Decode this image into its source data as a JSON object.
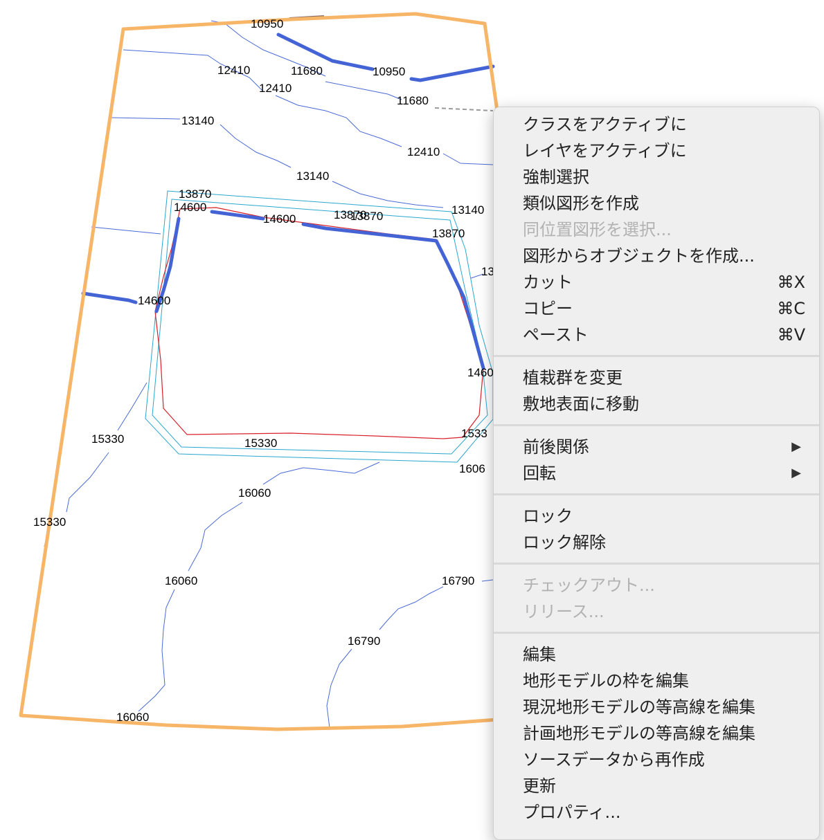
{
  "contour_labels": {
    "l10950_a": "10950",
    "l10950_b": "10950",
    "l12410_a": "12410",
    "l12410_b": "12410",
    "l12410_c": "12410",
    "l11680_a": "11680",
    "l11680_b": "11680",
    "l13140_a": "13140",
    "l13140_b": "13140",
    "l13140_c": "13140",
    "l13870_a": "13870",
    "l13870_b": "13870",
    "l13870_c": "13870",
    "l13870_d": "13870",
    "l13_partial": "13",
    "l14600_a": "14600",
    "l14600_b": "14600",
    "l14600_c": "14600",
    "l1460_partial": "1460",
    "l15330_a": "15330",
    "l15330_b": "15330",
    "l15330_c": "15330",
    "l1533_partial": "1533",
    "l16060_a": "16060",
    "l16060_b": "16060",
    "l16060_c": "16060",
    "l1606_partial": "1606",
    "l16790_a": "16790",
    "l16790_b": "16790"
  },
  "colors": {
    "contour": "#4a6ad6",
    "boundary": "#f7b567",
    "bold_line": "#4464d6",
    "cyan": "#2aa6cf",
    "red": "#d8212a",
    "menu_bg": "#efefef",
    "menu_disabled": "#b2b2b2"
  },
  "context_menu": {
    "groups": [
      {
        "items": [
          {
            "label": "クラスをアクティブに",
            "enabled": true
          },
          {
            "label": "レイヤをアクティブに",
            "enabled": true
          },
          {
            "label": "強制選択",
            "enabled": true
          },
          {
            "label": "類似図形を作成",
            "enabled": true
          },
          {
            "label": "同位置図形を選択...",
            "enabled": false
          },
          {
            "label": "図形からオブジェクトを作成...",
            "enabled": true
          },
          {
            "label": "カット",
            "enabled": true,
            "shortcut": "⌘X"
          },
          {
            "label": "コピー",
            "enabled": true,
            "shortcut": "⌘C"
          },
          {
            "label": "ペースト",
            "enabled": true,
            "shortcut": "⌘V"
          }
        ]
      },
      {
        "items": [
          {
            "label": "植栽群を変更",
            "enabled": true
          },
          {
            "label": "敷地表面に移動",
            "enabled": true
          }
        ]
      },
      {
        "items": [
          {
            "label": "前後関係",
            "enabled": true,
            "submenu": "▶"
          },
          {
            "label": "回転",
            "enabled": true,
            "submenu": "▶"
          }
        ]
      },
      {
        "items": [
          {
            "label": "ロック",
            "enabled": true
          },
          {
            "label": "ロック解除",
            "enabled": true
          }
        ]
      },
      {
        "items": [
          {
            "label": "チェックアウト...",
            "enabled": false
          },
          {
            "label": "リリース...",
            "enabled": false
          }
        ]
      },
      {
        "items": [
          {
            "label": "編集",
            "enabled": true
          },
          {
            "label": "地形モデルの枠を編集",
            "enabled": true
          },
          {
            "label": "現況地形モデルの等高線を編集",
            "enabled": true
          },
          {
            "label": "計画地形モデルの等高線を編集",
            "enabled": true
          },
          {
            "label": "ソースデータから再作成",
            "enabled": true
          },
          {
            "label": "更新",
            "enabled": true
          },
          {
            "label": "プロパティ...",
            "enabled": true
          }
        ]
      }
    ]
  }
}
